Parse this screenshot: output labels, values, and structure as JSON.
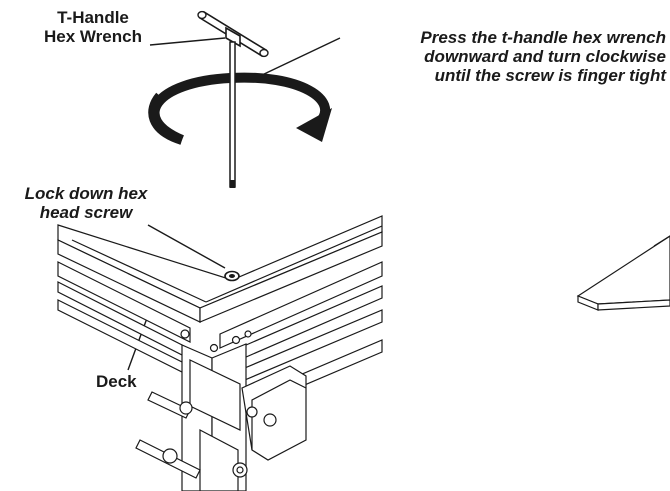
{
  "labels": {
    "t_handle": {
      "line1": "T-Handle",
      "line2": "Hex Wrench"
    },
    "instruction": {
      "line1": "Press the t-handle hex wrench",
      "line2": "downward and turn clockwise",
      "line3": "until the screw is finger tight"
    },
    "lock_screw": {
      "line1": "Lock down hex",
      "line2": "head screw"
    },
    "deck": "Deck"
  },
  "colors": {
    "ink": "#1a1a1a",
    "background": "#ffffff"
  },
  "icons": {
    "wrench": "t-handle-hex-wrench-icon",
    "rotation": "clockwise-rotation-arrow-icon"
  }
}
